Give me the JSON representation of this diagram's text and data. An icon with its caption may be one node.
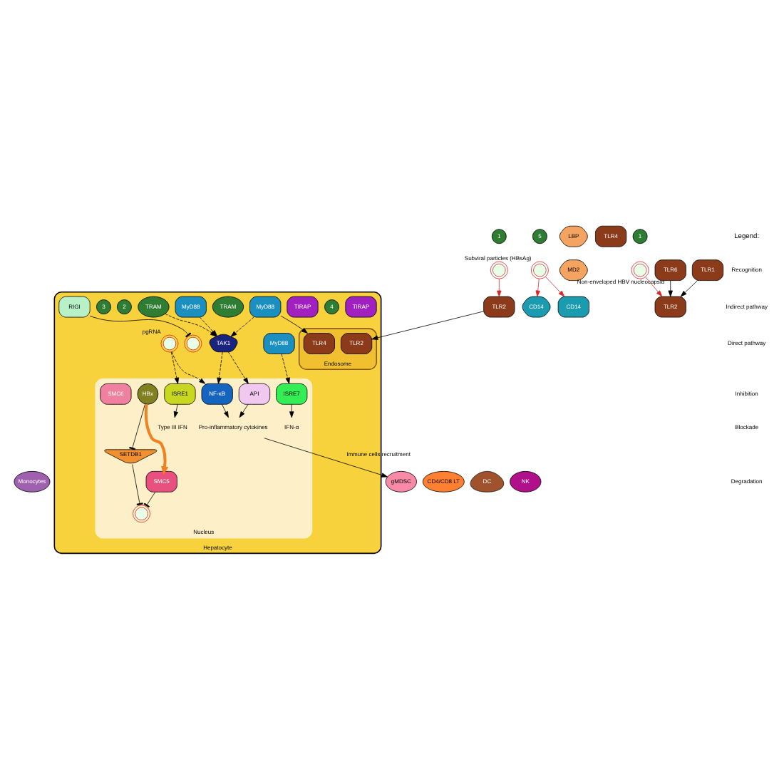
{
  "diagram": {
    "nodes": [
      {
        "text": [
          "Hepatocyte"
        ]
      },
      {
        "text": [
          "Endosome"
        ],
        "in": 0
      },
      {
        "text": [
          "Nucleus"
        ],
        "in": 0
      },
      {
        "text": [
          "5"
        ]
      },
      {
        "text": [],
        "shape": "picture",
        "beside": [
          "Subviral particles (HBsAg)"
        ]
      },
      {
        "text": [
          "CD14"
        ]
      },
      {
        "text": [
          "1"
        ]
      },
      {
        "text": [],
        "shape": "picture"
      },
      {
        "text": [
          "TLR2"
        ]
      },
      {
        "text": [
          "LBP"
        ]
      },
      {
        "text": [
          "MD2"
        ]
      },
      {
        "text": [
          "CD14"
        ]
      },
      {
        "text": [
          "TLR4"
        ]
      },
      {
        "text": [
          "TIRAP"
        ],
        "in": 0
      },
      {
        "text": [
          "MyD88"
        ],
        "in": 0
      },
      {
        "text": [
          "TLR1"
        ]
      },
      {
        "text": [
          "1"
        ]
      },
      {
        "text": [],
        "shape": "picture",
        "beside": [
          "Non-enveloped HBV nucleocapsid"
        ]
      },
      {
        "text": [
          "TLR2"
        ]
      },
      {
        "text": [
          "TIRAP"
        ],
        "in": 0
      },
      {
        "text": [
          "MyD88"
        ],
        "in": 0
      },
      {
        "text": [
          "TLR6"
        ]
      },
      {
        "text": [
          "TLR2"
        ],
        "in": 1
      },
      {
        "text": [
          "TRAM"
        ],
        "in": 0
      },
      {
        "text": [
          "MyD88"
        ],
        "in": 0
      },
      {
        "text": [
          "TLR4"
        ],
        "in": 1
      },
      {
        "text": [
          "TRAM"
        ],
        "in": 0
      },
      {
        "text": [],
        "shape": "picture",
        "in": 0
      },
      {
        "text": [
          "RIGI"
        ],
        "in": 0
      },
      {
        "text": [],
        "shape": "picture",
        "in": 0,
        "beside": [
          "pgRNA"
        ]
      },
      {
        "text": [
          "2"
        ],
        "in": 0
      },
      {
        "text": [
          "TAK1"
        ],
        "in": 0
      },
      {
        "text": [
          "ISRE7"
        ],
        "in": 2
      },
      {
        "text": [
          "IFN-α"
        ],
        "in": 2
      },
      {
        "text": [
          "API"
        ],
        "in": 2
      },
      {
        "text": [
          "NF-κB"
        ],
        "in": 2
      },
      {
        "text": [
          "Pro-inflammatory cytokines"
        ],
        "in": 2
      },
      {
        "text": [
          "ISRE1"
        ],
        "in": 2
      },
      {
        "text": [
          "Type III IFN"
        ],
        "in": 2
      },
      {
        "text": [
          "3"
        ],
        "in": 0
      },
      {
        "text": [
          "SETDB1"
        ],
        "in": 2
      },
      {
        "text": [],
        "shape": "picture",
        "in": 2
      },
      {
        "text": [
          "HBx"
        ],
        "in": 2
      },
      {
        "text": [
          "SMC5"
        ],
        "in": 2
      },
      {
        "text": [
          "SMC6"
        ],
        "in": 2
      },
      {
        "text": [
          "4"
        ],
        "in": 0
      },
      {
        "text": [
          "DC"
        ]
      },
      {
        "text": [
          "Monocytes"
        ]
      },
      {
        "text": [
          "NK"
        ]
      },
      {
        "text": [
          "gMDSC"
        ]
      },
      {
        "text": [
          "CD4/CD8 LT"
        ]
      }
    ],
    "edges": [
      {
        "from": 4,
        "to": 5,
        "arrow": "to",
        "color": "#d62728"
      },
      {
        "from": 4,
        "to": 11,
        "arrow": "to",
        "color": "#d62728"
      },
      {
        "from": 7,
        "to": 8,
        "arrow": "to",
        "color": "#d62728"
      },
      {
        "from": 17,
        "to": 18,
        "arrow": "to",
        "color": "#d62728"
      },
      {
        "from": 15,
        "to": 18,
        "arrow": "to"
      },
      {
        "from": 21,
        "to": 18,
        "arrow": "to"
      },
      {
        "from": 8,
        "to": 22,
        "arrow": "to"
      },
      {
        "from": 14,
        "to": 25,
        "arrow": "to"
      },
      {
        "from": 14,
        "to": 31,
        "arrow": "to",
        "style": "dashed"
      },
      {
        "from": 20,
        "to": 31,
        "arrow": "to",
        "style": "dashed"
      },
      {
        "from": 26,
        "to": 31,
        "arrow": "to",
        "style": "dashed"
      },
      {
        "from": 24,
        "to": 32,
        "arrow": "to",
        "style": "dashed"
      },
      {
        "from": 28,
        "to": 27,
        "arrow": "other"
      },
      {
        "from": 29,
        "to": 35,
        "arrow": "to",
        "style": "dashed"
      },
      {
        "from": 29,
        "to": 37,
        "arrow": "to",
        "style": "dashed"
      },
      {
        "from": 31,
        "to": 34,
        "arrow": "to",
        "style": "dashed"
      },
      {
        "from": 31,
        "to": 35,
        "arrow": "to",
        "style": "dashed"
      },
      {
        "from": 34,
        "to": 36,
        "arrow": "to"
      },
      {
        "from": 35,
        "to": 36,
        "arrow": "to"
      },
      {
        "from": 32,
        "to": 33,
        "arrow": "to"
      },
      {
        "from": 37,
        "to": 38,
        "arrow": "to"
      },
      {
        "from": 40,
        "to": 41,
        "arrow": "other"
      },
      {
        "from": 43,
        "to": 41,
        "arrow": "other"
      },
      {
        "from": 42,
        "to": 40,
        "arrow": "other"
      },
      {
        "from": 42,
        "to": 43,
        "arrow": "to",
        "style": "thick",
        "color": "#f08020"
      },
      {
        "from": 36,
        "to": 49,
        "arrow": "to",
        "label": "Immune cells recruitment"
      }
    ],
    "labels": [
      "Legend:"
    ],
    "legend": [
      {
        "text": "Recognition"
      },
      {
        "text": "Indirect pathway"
      },
      {
        "text": "Direct pathway"
      },
      {
        "text": "Inhibition"
      },
      {
        "text": "Blockade"
      },
      {
        "text": "Degradation"
      }
    ]
  }
}
